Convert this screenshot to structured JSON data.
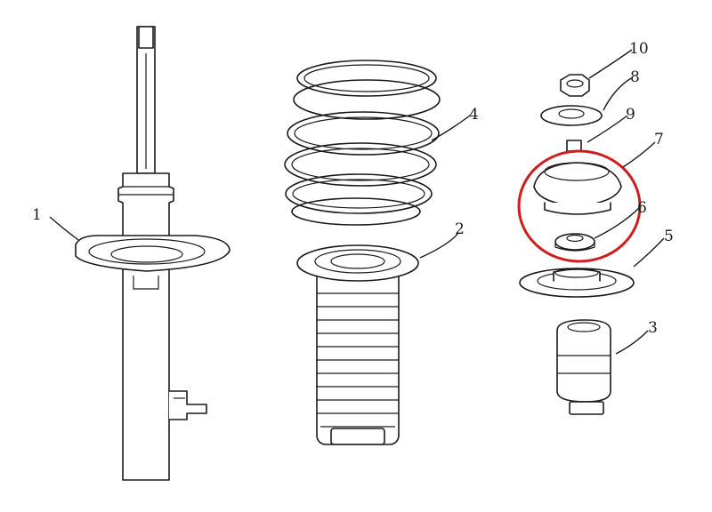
{
  "callouts": {
    "strut_seat": "1",
    "rubber_boot": "2",
    "bump_stop": "3",
    "coil_spring": "4",
    "spring_seat_upper": "5",
    "bearing": "6",
    "top_mount": "7",
    "washer": "8",
    "spacer": "9",
    "nut": "10"
  },
  "colors": {
    "line": "#1a1a1a",
    "highlight": "#d01c1c",
    "background": "#ffffff"
  }
}
